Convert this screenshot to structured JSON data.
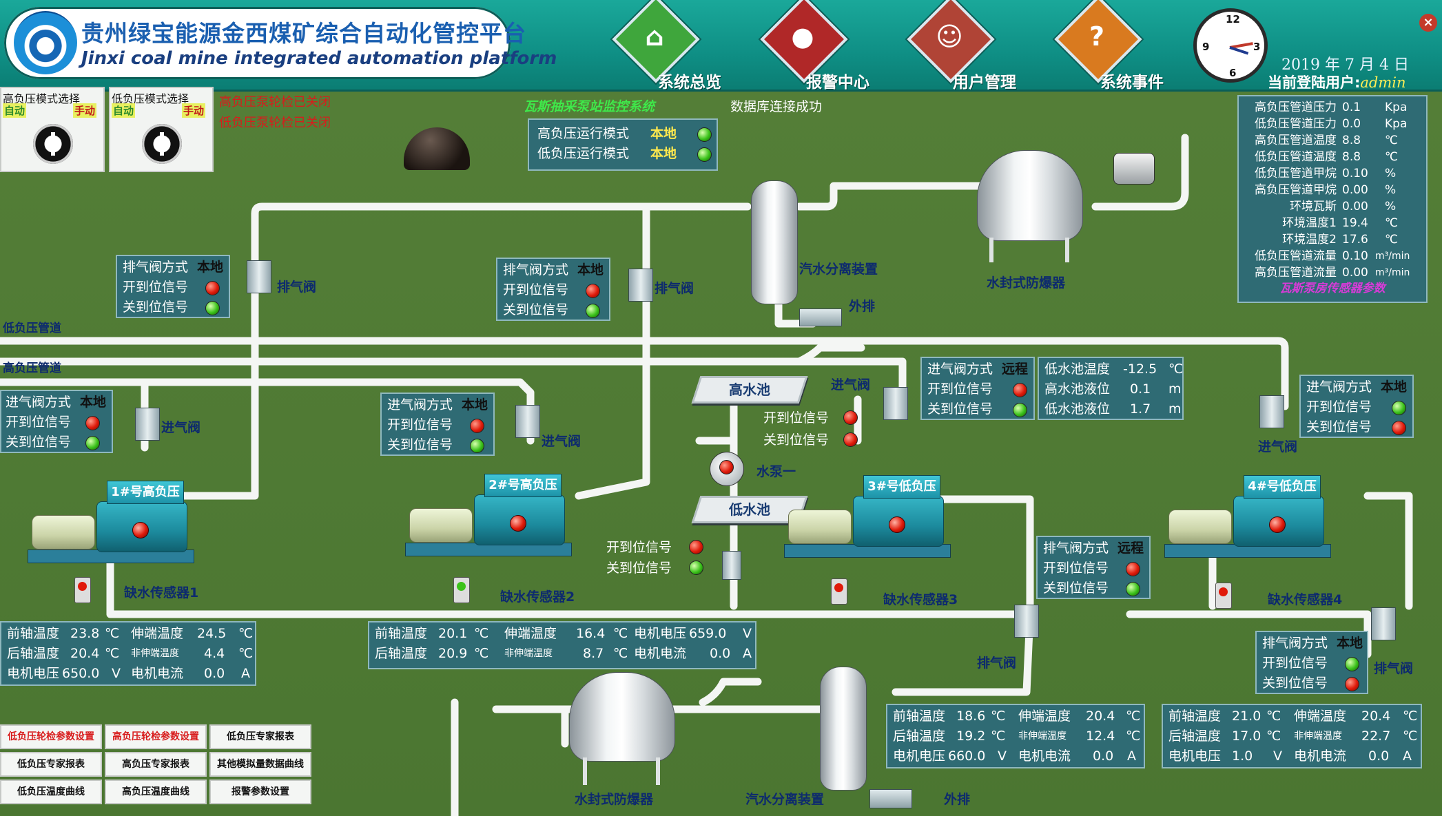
{
  "header": {
    "title_cn": "贵州绿宝能源金西煤矿综合自动化管控平台",
    "title_en": "Jinxi coal mine integrated automation platform",
    "nav": [
      {
        "label": "系统总览",
        "icon": "house-icon",
        "color": "#3fa63c",
        "symbol": "⌂"
      },
      {
        "label": "报警中心",
        "icon": "alarm-siren-icon",
        "color": "#b02828",
        "symbol": "●"
      },
      {
        "label": "用户管理",
        "icon": "user-icon",
        "color": "#b04436",
        "symbol": "☺"
      },
      {
        "label": "系统事件",
        "icon": "help-question-icon",
        "color": "#d97a1f",
        "symbol": "?"
      }
    ],
    "clock_numbers": [
      "12",
      "3",
      "6",
      "9"
    ],
    "date": "2019 年 7 月 4 日",
    "user_label": "当前登陆用户:",
    "user_name": "admin"
  },
  "mode_select": [
    {
      "title": "高负压模式选择",
      "opt_auto": "自动",
      "opt_manual": "手动"
    },
    {
      "title": "低负压模式选择",
      "opt_auto": "自动",
      "opt_manual": "手动"
    }
  ],
  "wheel_status": [
    "高负压泵轮检已关闭",
    "低负压泵轮检已关闭"
  ],
  "system_title": "瓦斯抽采泵站监控系统",
  "db_status": "数据库连接成功",
  "run_mode": [
    {
      "label": "高负压运行模式",
      "value": "本地"
    },
    {
      "label": "低负压运行模式",
      "value": "本地"
    }
  ],
  "pipe_labels": {
    "low": "低负压管道",
    "high": "高负压管道"
  },
  "labels": {
    "exhaust_valve": "排气阀",
    "intake_valve": "进气阀",
    "separator": "汽水分离装置",
    "flame_arrester": "水封式防爆器",
    "drain": "外排",
    "high_pool": "高水池",
    "low_pool": "低水池",
    "water_pump": "水泵一",
    "open_signal": "开到位信号",
    "close_signal": "关到位信号"
  },
  "valve_panels": {
    "exhaust1": {
      "mode_label": "排气阀方式",
      "mode": "本地"
    },
    "exhaust2": {
      "mode_label": "排气阀方式",
      "mode": "本地"
    },
    "intake1": {
      "mode_label": "进气阀方式",
      "mode": "本地"
    },
    "intake2": {
      "mode_label": "进气阀方式",
      "mode": "本地"
    },
    "intake3": {
      "mode_label": "进气阀方式",
      "mode": "远程"
    },
    "intake4": {
      "mode_label": "进气阀方式",
      "mode": "本地"
    },
    "exhaust3": {
      "mode_label": "排气阀方式",
      "mode": "远程"
    },
    "exhaust4": {
      "mode_label": "排气阀方式",
      "mode": "本地"
    }
  },
  "pool_panel": [
    {
      "label": "低水池温度",
      "value": "-12.5",
      "unit": "℃"
    },
    {
      "label": "高水池液位",
      "value": "0.1",
      "unit": "m"
    },
    {
      "label": "低水池液位",
      "value": "1.7",
      "unit": "m"
    }
  ],
  "sensor_panel": {
    "rows": [
      {
        "label": "高负压管道压力",
        "value": "0.1",
        "unit": "Kpa"
      },
      {
        "label": "低负压管道压力",
        "value": "0.0",
        "unit": "Kpa"
      },
      {
        "label": "高负压管道温度",
        "value": "8.8",
        "unit": "℃"
      },
      {
        "label": "低负压管道温度",
        "value": "8.8",
        "unit": "℃"
      },
      {
        "label": "低负压管道甲烷",
        "value": "0.10",
        "unit": "%"
      },
      {
        "label": "高负压管道甲烷",
        "value": "0.00",
        "unit": "%"
      },
      {
        "label": "环境瓦斯",
        "value": "0.00",
        "unit": "%"
      },
      {
        "label": "环境温度1",
        "value": "19.4",
        "unit": "℃"
      },
      {
        "label": "环境温度2",
        "value": "17.6",
        "unit": "℃"
      },
      {
        "label": "低负压管道流量",
        "value": "0.10",
        "unit": "m³/min"
      },
      {
        "label": "高负压管道流量",
        "value": "0.00",
        "unit": "m³/min"
      }
    ],
    "footer": "瓦斯泵房传感器参数"
  },
  "pumps": [
    {
      "name": "1#号高负压",
      "sensor_label": "缺水传感器1"
    },
    {
      "name": "2#号高负压",
      "sensor_label": "缺水传感器2"
    },
    {
      "name": "3#号低负压",
      "sensor_label": "缺水传感器3"
    },
    {
      "name": "4#号低负压",
      "sensor_label": "缺水传感器4"
    }
  ],
  "pump_data_labels": {
    "front_temp": "前轴温度",
    "rear_temp": "后轴温度",
    "motor_voltage": "电机电压",
    "extend_temp": "伸端温度",
    "nonextend_temp": "非伸端温度",
    "motor_current": "电机电流",
    "unit_temp": "℃",
    "unit_v": "V",
    "unit_a": "A"
  },
  "pump_data": [
    {
      "front": "23.8",
      "rear": "20.4",
      "voltage": "650.0",
      "extend": "24.5",
      "nonextend": "4.4",
      "current": "0.0"
    },
    {
      "front": "20.1",
      "rear": "20.9",
      "voltage": "659.0",
      "extend": "16.4",
      "nonextend": "8.7",
      "current": "0.0"
    },
    {
      "front": "18.6",
      "rear": "19.2",
      "voltage": "660.0",
      "extend": "20.4",
      "nonextend": "12.4",
      "current": "0.0"
    },
    {
      "front": "21.0",
      "rear": "17.0",
      "voltage": "1.0",
      "extend": "20.4",
      "nonextend": "22.7",
      "current": "0.0"
    }
  ],
  "bottom_buttons": [
    [
      "低负压轮检参数设置",
      "高负压轮检参数设置",
      "低负压专家报表"
    ],
    [
      "低负压专家报表",
      "高负压专家报表",
      "其他模拟量数据曲线"
    ],
    [
      "低负压温度曲线",
      "高负压温度曲线",
      "报警参数设置"
    ]
  ],
  "colors": {
    "background": "#4d7a33",
    "pipe": "#f5f7f5",
    "panel": "#2f6b74",
    "header": "#13968b",
    "lamp_red": "#e01a0a",
    "lamp_green": "#3bc21a"
  }
}
